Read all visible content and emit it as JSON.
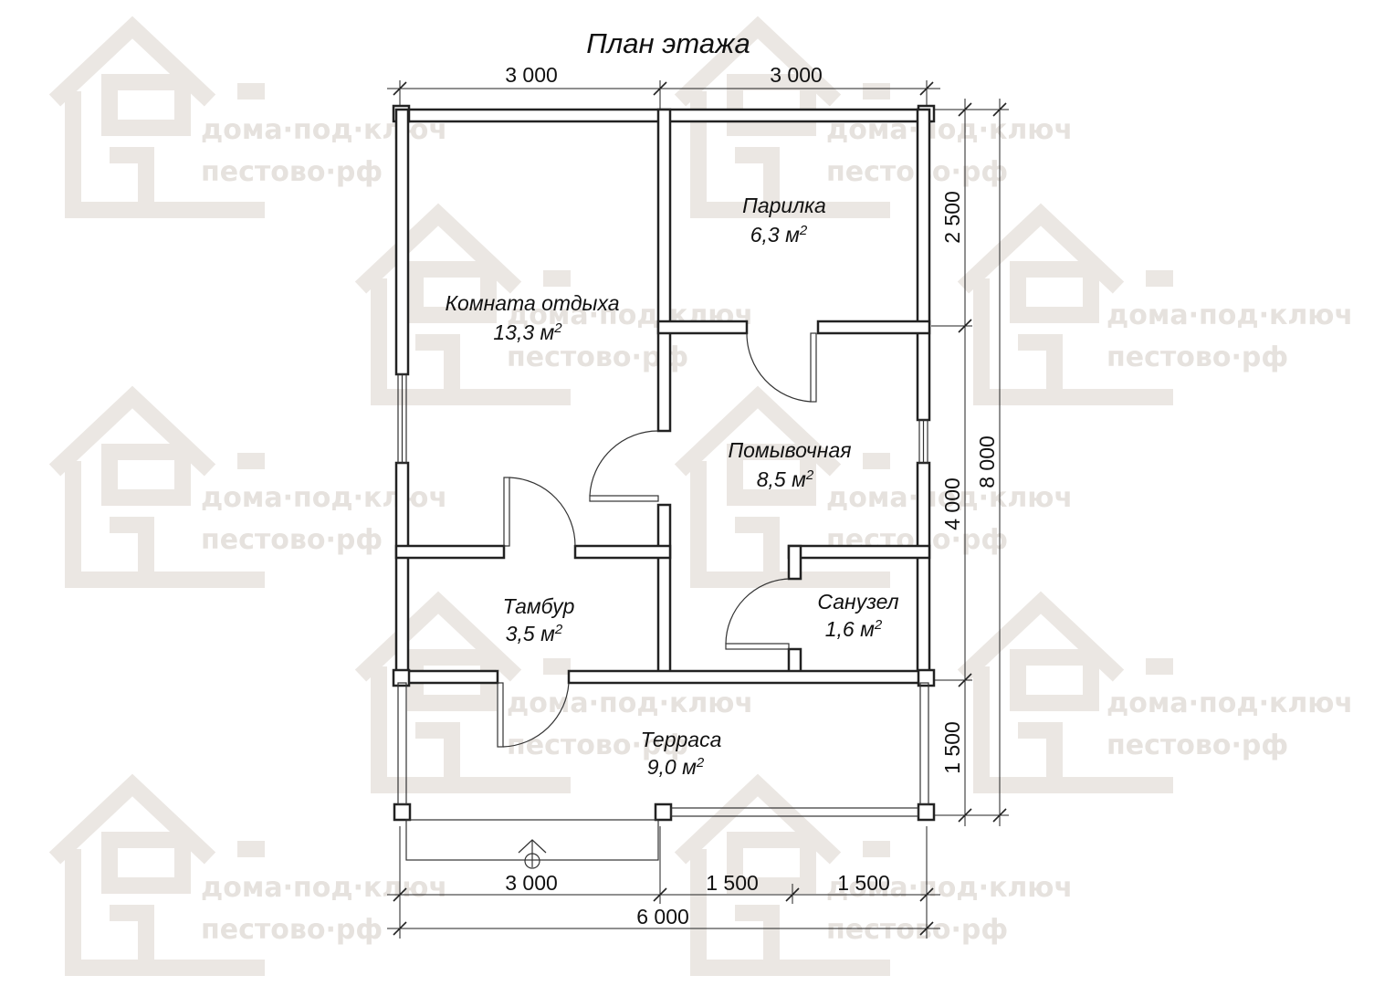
{
  "title": "План этажа",
  "watermark": {
    "line1": "дома·под·ключ",
    "line2": "пестово·рф",
    "color": "#e6e2de"
  },
  "rooms": [
    {
      "name": "Комната отдыха",
      "area": "13,3 м",
      "unit_sup": "2"
    },
    {
      "name": "Парилка",
      "area": "6,3 м",
      "unit_sup": "2"
    },
    {
      "name": "Помывочная",
      "area": "8,5 м",
      "unit_sup": "2"
    },
    {
      "name": "Тамбур",
      "area": "3,5 м",
      "unit_sup": "2"
    },
    {
      "name": "Санузел",
      "area": "1,6 м",
      "unit_sup": "2"
    },
    {
      "name": "Терраса",
      "area": "9,0 м",
      "unit_sup": "2"
    }
  ],
  "dimensions": {
    "top": [
      "3 000",
      "3 000"
    ],
    "bottom": [
      "3 000",
      "1 500",
      "1 500"
    ],
    "bottom_total": "6 000",
    "right": [
      "2 500",
      "4 000",
      "1 500"
    ],
    "right_total": "8 000"
  }
}
